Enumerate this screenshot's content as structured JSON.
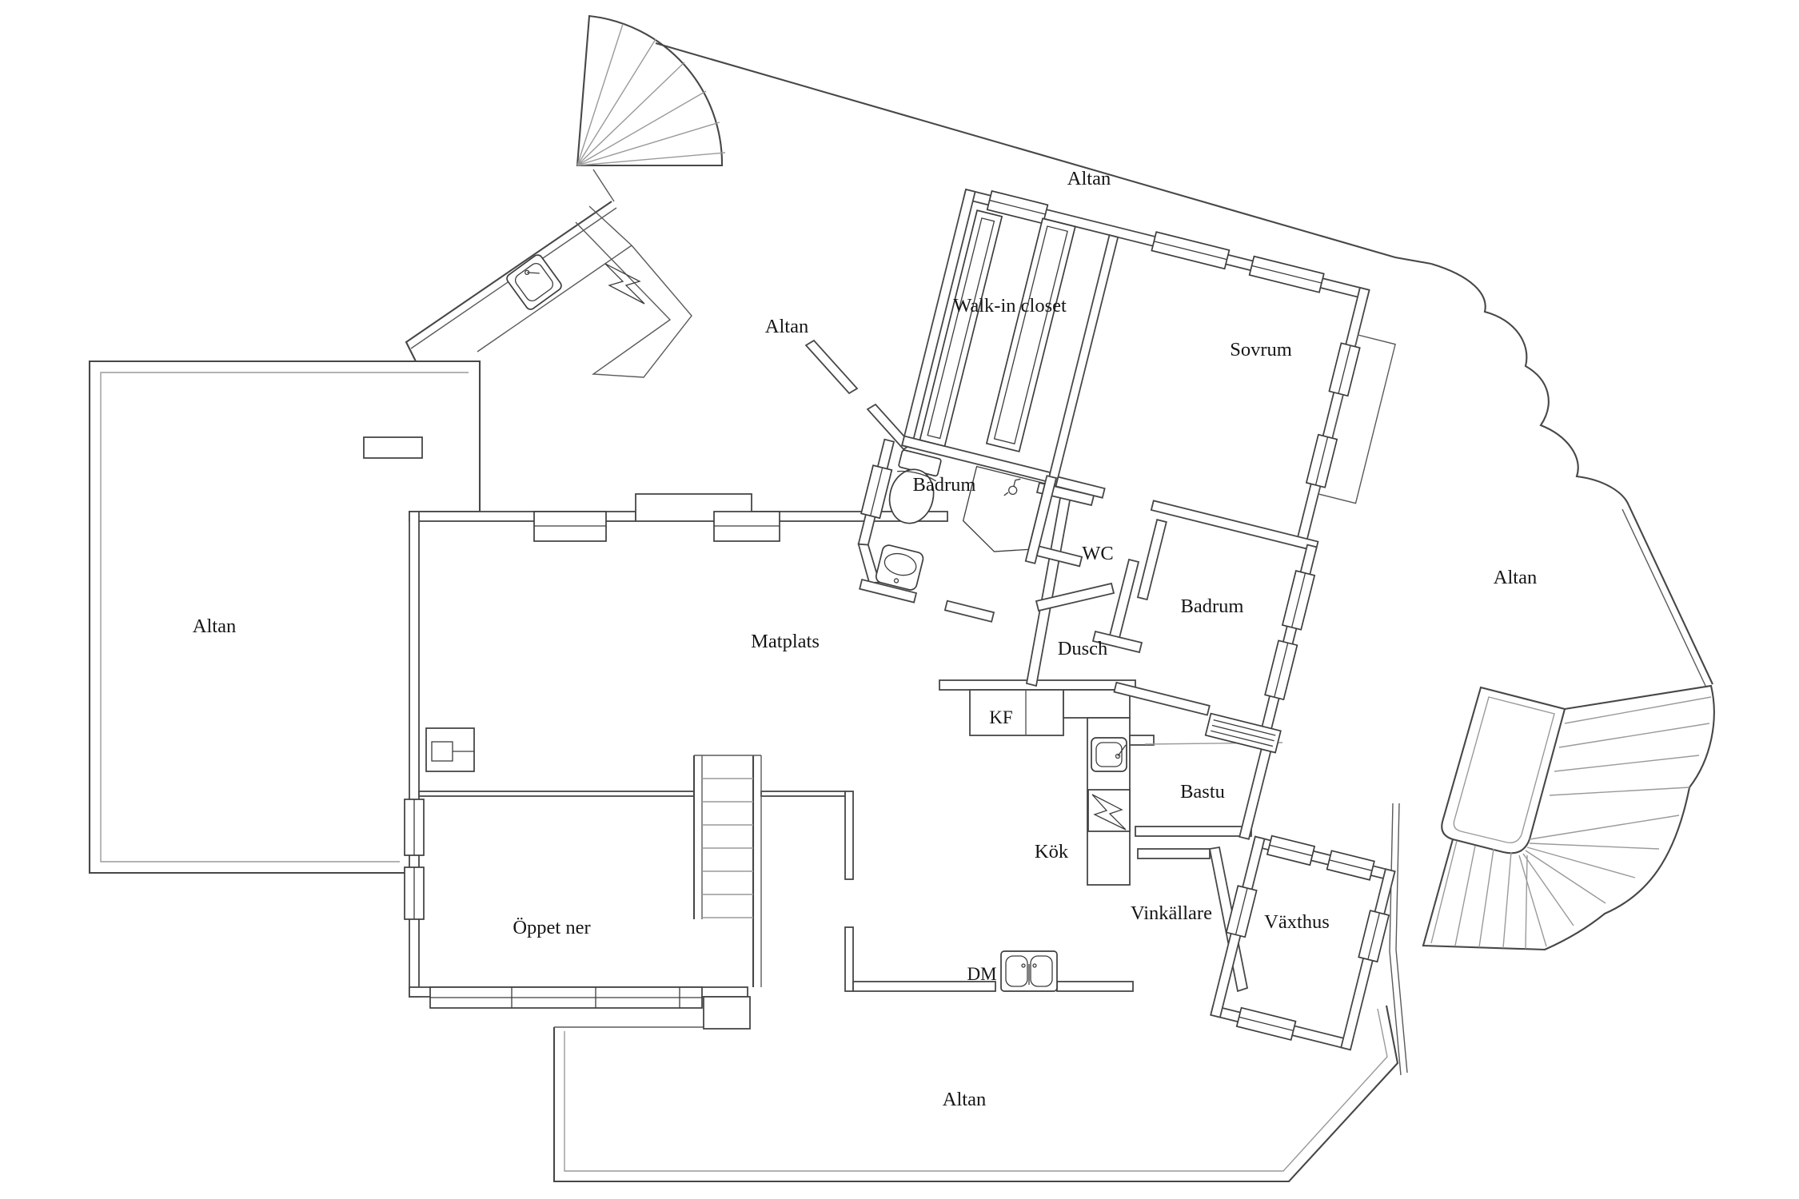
{
  "document": {
    "type": "floor-plan",
    "language": "Swedish"
  },
  "colors": {
    "background": "#ffffff",
    "wall_line": "#474747",
    "thin_line": "#9a9a9a",
    "text": "#161616"
  },
  "labels": {
    "altan_top": "Altan",
    "walk_in_closet": "Walk-in closet",
    "sovrum": "Sovrum",
    "altan_upper_left": "Altan",
    "badrum_upper": "Badrum",
    "wc": "WC",
    "badrum_right": "Badrum",
    "altan_left": "Altan",
    "altan_right": "Altan",
    "matplats": "Matplats",
    "dusch": "Dusch",
    "kf": "KF",
    "bastu": "Bastu",
    "kok": "Kök",
    "oppet_ner": "Öppet ner",
    "vinkallare": "Vinkällare",
    "vaxthus": "Växthus",
    "dm": "DM",
    "altan_bottom": "Altan"
  },
  "fixtures": {
    "fan_staircase": "fan-stairs-icon",
    "curved_staircase": "curved-stairs-icon",
    "interior_staircase": "straight-stairs-icon",
    "toilet": "toilet-icon",
    "bathroom_sink": "sink-icon",
    "shower": "shower-head-icon",
    "kitchen_sink": "sink-icon",
    "stove": "lightning-stove-icon",
    "dishwasher_sink": "double-sink-icon",
    "outdoor_sink": "sink-icon",
    "outdoor_grill": "lightning-stove-icon",
    "sauna_heater": "sauna-heater-icon",
    "fireplace": "fireplace-icon"
  }
}
